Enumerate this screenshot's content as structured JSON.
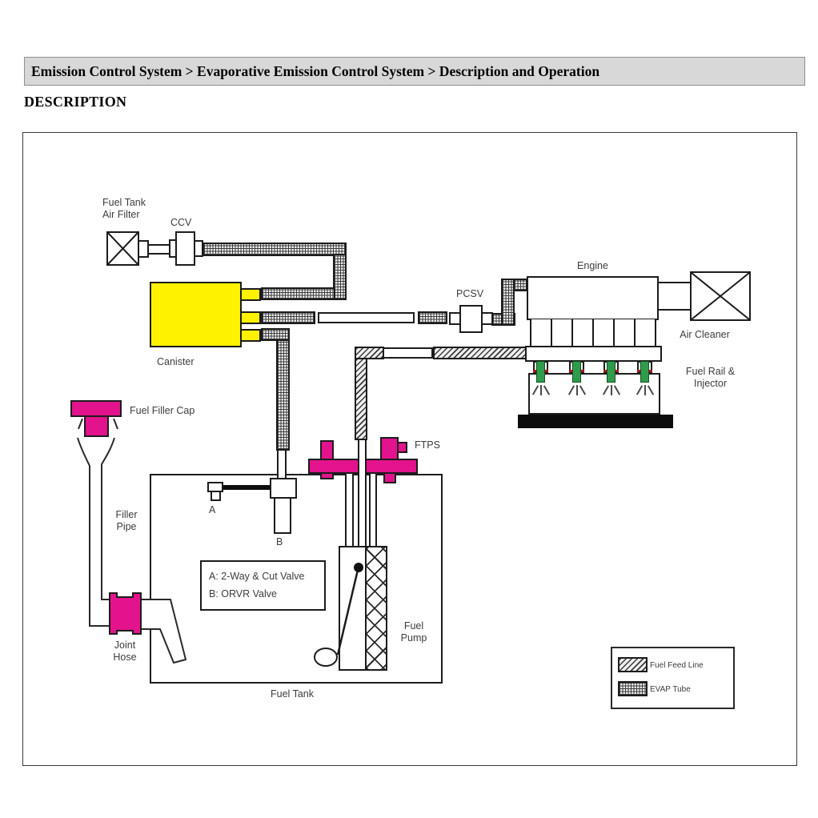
{
  "header": {
    "breadcrumb": "Emission Control System > Evaporative Emission Control System > Description and Operation"
  },
  "section": {
    "title": "DESCRIPTION"
  },
  "diagram": {
    "labels": {
      "fuel_tank_air_filter": [
        "Fuel Tank",
        "Air Filter"
      ],
      "ccv": "CCV",
      "canister": "Canister",
      "pcsv": "PCSV",
      "engine": "Engine",
      "air_cleaner": "Air Cleaner",
      "fuel_rail_injector": [
        "Fuel Rail &",
        "Injector"
      ],
      "fuel_filler_cap": "Fuel Filler Cap",
      "filler_pipe": [
        "Filler",
        "Pipe"
      ],
      "joint_hose": [
        "Joint",
        "Hose"
      ],
      "ftps": "FTPS",
      "valve_a": "A",
      "valve_b": "B",
      "valve_note": [
        "A: 2-Way & Cut Valve",
        "B: ORVR Valve"
      ],
      "fuel_pump": [
        "Fuel",
        "Pump"
      ],
      "fuel_tank": "Fuel Tank"
    },
    "legend": {
      "fuel_feed_line": "Fuel Feed Line",
      "evap_tube": "EVAP Tube"
    },
    "colors": {
      "canister_yellow": "#FFF200",
      "component_magenta": "#E2138C",
      "injector_green": "#2F9B4D",
      "injector_red": "#B81118",
      "header_bar_gray": "#D8D8D8"
    }
  }
}
